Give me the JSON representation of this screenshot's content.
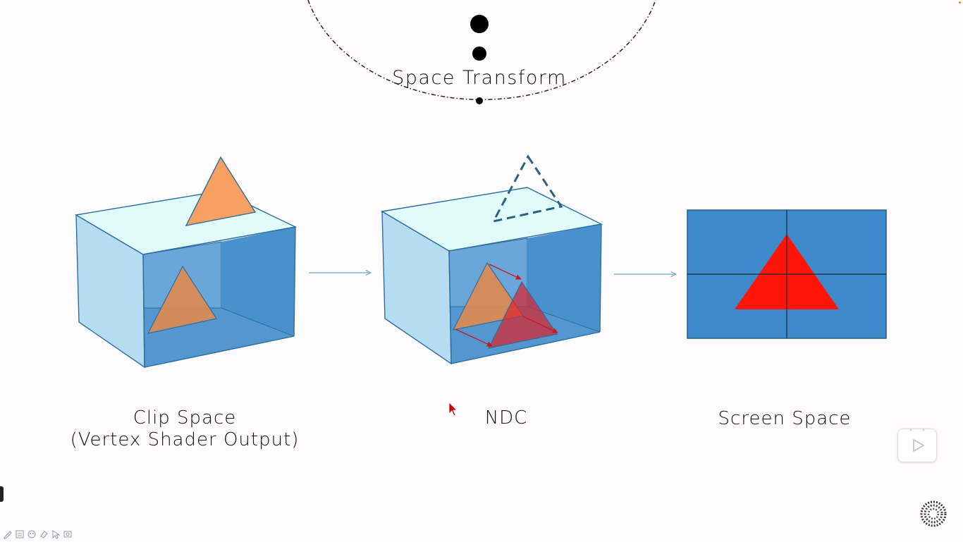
{
  "title": "Space Transform",
  "stages": [
    {
      "line1": "Clip Space",
      "line2": "(Vertex Shader Output)"
    },
    {
      "line1": "NDC"
    },
    {
      "line1": "Screen Space"
    }
  ],
  "colors": {
    "box_front": "#b6dcf2",
    "box_top": "#e0fbf9",
    "box_inner": "#4b94cf",
    "edge": "#2c6ea0",
    "orange": "#f6a062",
    "red": "#ff1407",
    "screen_blue": "#3e8acb",
    "arrow": "#6aa9d8"
  },
  "icons": {
    "play": "play-icon",
    "loading": "loading-spinner-icon",
    "cursor": "mouse-pointer-icon"
  },
  "toolbar_icons": [
    "pen-icon",
    "note-icon",
    "palette-icon",
    "eraser-icon",
    "pointer-icon",
    "screenshot-icon"
  ]
}
